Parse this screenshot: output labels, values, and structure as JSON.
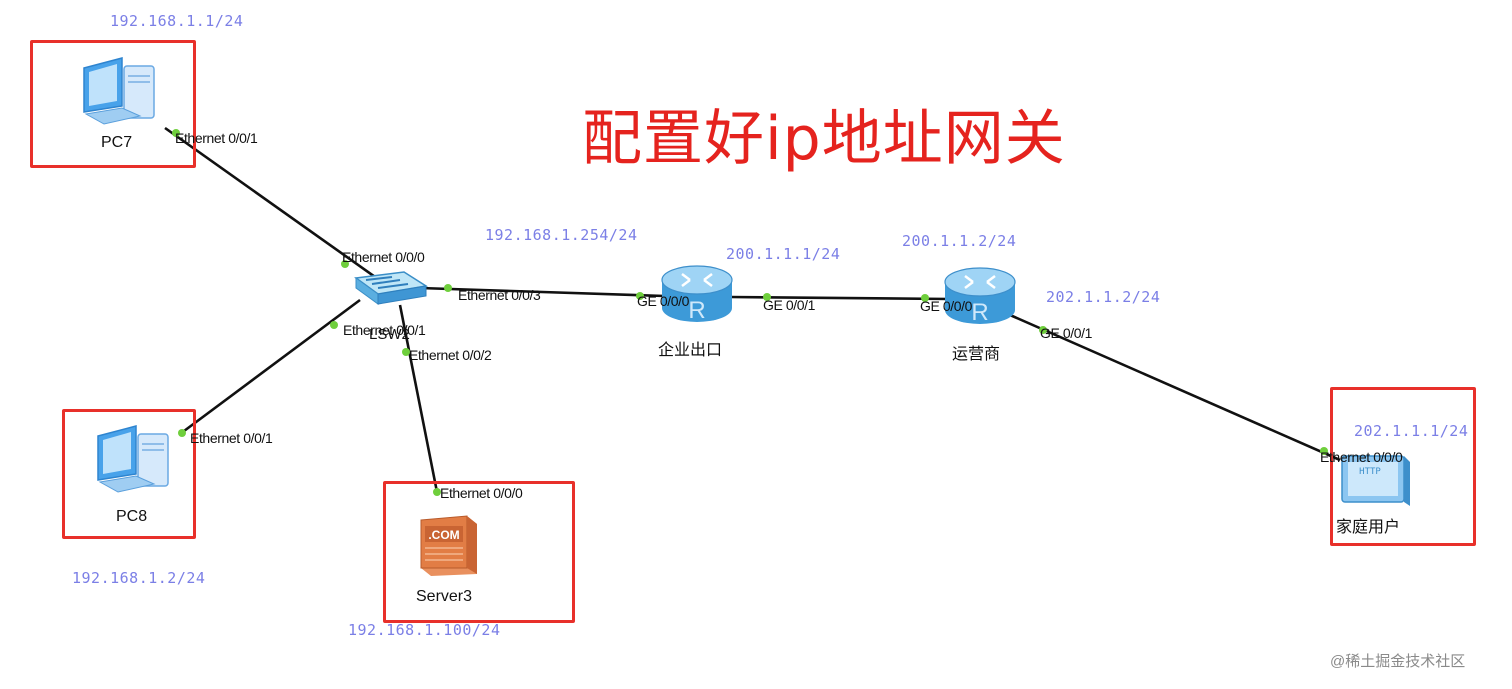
{
  "title": "配置好ip地址网关",
  "watermark": "@稀土掘金技术社区",
  "colors": {
    "title": "#e5231e",
    "highlight_box": "#e8302a",
    "ip_label": "#7b7fe6",
    "port_dot": "#6fcf3c",
    "link": "#111111"
  },
  "devices": {
    "pc7": {
      "label": "PC7",
      "ip": "192.168.1.1/24",
      "icon": "pc-icon",
      "port": "Ethernet 0/0/1"
    },
    "pc8": {
      "label": "PC8",
      "ip": "192.168.1.2/24",
      "icon": "pc-icon",
      "port": "Ethernet 0/0/1"
    },
    "switch": {
      "label": "LSW2",
      "icon": "switch-icon",
      "ports": [
        "Ethernet 0/0/0",
        "Ethernet 0/0/1",
        "Ethernet 0/0/2",
        "Ethernet 0/0/3"
      ]
    },
    "server3": {
      "label": "Server3",
      "ip": "192.168.1.100/24",
      "icon": "server-icon",
      "badge": ".COM",
      "port": "Ethernet 0/0/0"
    },
    "router_enterprise": {
      "label": "企业出口",
      "icon": "router-icon",
      "ip_lan": "192.168.1.254/24",
      "ip_wan": "200.1.1.1/24",
      "ports": [
        "GE 0/0/0",
        "GE 0/0/1"
      ]
    },
    "router_isp": {
      "label": "运营商",
      "icon": "router-icon",
      "ip_in": "200.1.1.2/24",
      "ip_out": "202.1.1.2/24",
      "ports": [
        "GE 0/0/0",
        "GE 0/0/1"
      ]
    },
    "home_user": {
      "label": "家庭用户",
      "ip": "202.1.1.1/24",
      "icon": "http-client-icon",
      "badge": "HTTP",
      "port": "Ethernet 0/0/0"
    }
  }
}
